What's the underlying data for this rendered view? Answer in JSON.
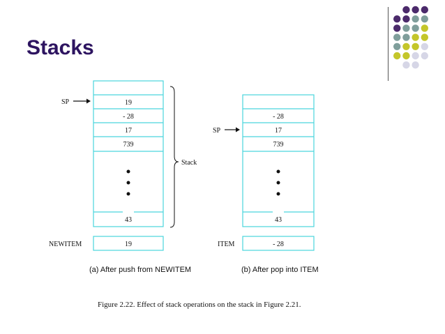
{
  "slide": {
    "title": "Stacks"
  },
  "palette": {
    "purple": "#4b2a6b",
    "teal": "#7f9e9b",
    "olive": "#c4c62a",
    "lavender": "#d6d6e6",
    "cyan_border": "#4ad5dd",
    "title_color": "#2d1460"
  },
  "diagram_a": {
    "sp_label": "SP",
    "cells": [
      "19",
      "- 28",
      "17",
      "739",
      "43"
    ],
    "bracket_label": "Stack",
    "register_label": "NEWITEM",
    "register_value": "19",
    "caption": "(a) After push from NEWITEM"
  },
  "diagram_b": {
    "sp_label": "SP",
    "cells": [
      "- 28",
      "17",
      "739",
      "43"
    ],
    "register_label": "ITEM",
    "register_value": "- 28",
    "caption": "(b) After pop into ITEM"
  },
  "figure_caption": "Figure 2.22.   Effect of stack operations on the stack in Figure 2.21."
}
